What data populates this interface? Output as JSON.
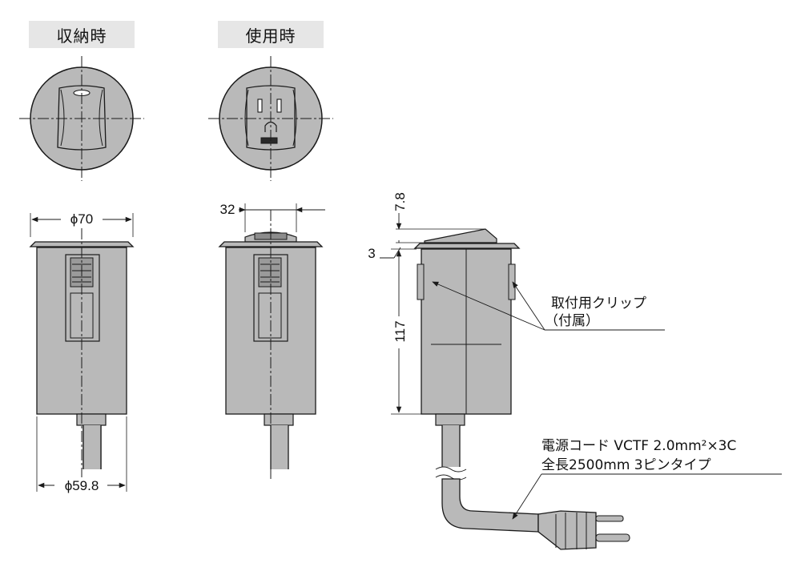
{
  "views": {
    "stowed_label": "収納時",
    "in_use_label": "使用時"
  },
  "dimensions": {
    "top_diameter": "ϕ70",
    "body_diameter": "ϕ59.8",
    "socket_width": "32",
    "lid_height": "7.8",
    "flange_thickness": "3",
    "body_height": "117"
  },
  "notes": {
    "clip_line1": "取付用クリップ",
    "clip_line2": "（付属）",
    "cord_line1": "電源コード VCTF 2.0mm²×3C",
    "cord_line2": "全長2500mm 3ピンタイプ"
  },
  "colors": {
    "body_fill": "#b9b9b9",
    "line": "#1a1a1a",
    "header_bg": "#e6e6e6"
  }
}
